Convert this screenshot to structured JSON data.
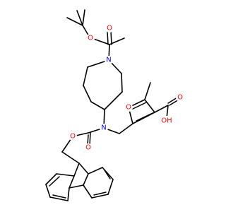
{
  "atoms": {
    "n_azepane": {
      "text": "N",
      "color": "#0000ff"
    },
    "o_boc_carbonyl": {
      "text": "O",
      "color": "#ff0000"
    },
    "o_boc_ester": {
      "text": "O",
      "color": "#ff0000"
    },
    "n_fmoc": {
      "text": "N",
      "color": "#0000ff"
    },
    "o_fmoc_carbonyl": {
      "text": "O",
      "color": "#ff0000"
    },
    "o_fmoc_ester": {
      "text": "O",
      "color": "#ff0000"
    },
    "o_furan": {
      "text": "O",
      "color": "#ff0000"
    },
    "o_acid_carbonyl": {
      "text": "O",
      "color": "#ff0000"
    },
    "oh_acid": {
      "text": "OH",
      "color": "#ff0000"
    }
  }
}
